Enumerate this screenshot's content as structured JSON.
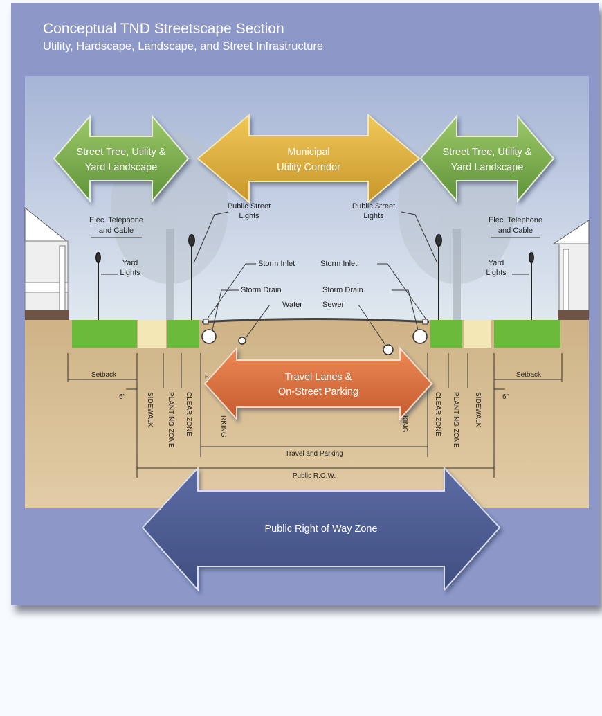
{
  "title": "Conceptual TND Streetscape Section",
  "subtitle": "Utility, Hardscape, Landscape, and Street Infrastructure",
  "arrows": {
    "left_tree": [
      "Street Tree, Utility &",
      "Yard Landscape"
    ],
    "municipal": [
      "Municipal",
      "Utility Corridor"
    ],
    "right_tree": [
      "Street Tree, Utility &",
      "Yard Landscape"
    ],
    "travel": [
      "Travel Lanes &",
      "On-Street Parking"
    ],
    "row_zone": "Public Right of Way Zone"
  },
  "labels": {
    "elec_left": [
      "Elec. Telephone",
      "and Cable"
    ],
    "elec_right": [
      "Elec. Telephone",
      "and Cable"
    ],
    "public_lights_left": [
      "Public Street",
      "Lights"
    ],
    "public_lights_right": [
      "Public Street",
      "Lights"
    ],
    "yard_lights_left": [
      "Yard",
      "Lights"
    ],
    "yard_lights_right": [
      "Yard",
      "Lights"
    ],
    "storm_inlet_left": "Storm Inlet",
    "storm_inlet_right": "Storm Inlet",
    "storm_drain_left": "Storm Drain",
    "storm_drain_right": "Storm Drain",
    "water": "Water",
    "sewer": "Sewer",
    "setback_left": "Setback",
    "setback_right": "Setback",
    "six_in_left": "6\"",
    "six_in_right": "6\"",
    "six_in_center": "6",
    "sidewalk_left": "SIDEWALK",
    "planting_left": "PLANTING ZONE",
    "clear_left": "CLEAR ZONE",
    "parking_left": "RKING",
    "parking_right": "KING",
    "clear_right": "CLEAR ZONE",
    "planting_right": "PLANTING ZONE",
    "sidewalk_right": "SIDEWALK",
    "travel_parking": "Travel and Parking",
    "public_row": "Public R.O.W."
  },
  "colors": {
    "panel": "#8d98c9",
    "sky_top": "#a9b7d6",
    "ground": "#d7bd94",
    "grass": "#6cba3b",
    "tree_arrow": "#79a84c",
    "municipal_arrow": "#d9ad3b",
    "travel_arrow": "#d9703f",
    "row_arrow": "#4d5d93"
  }
}
